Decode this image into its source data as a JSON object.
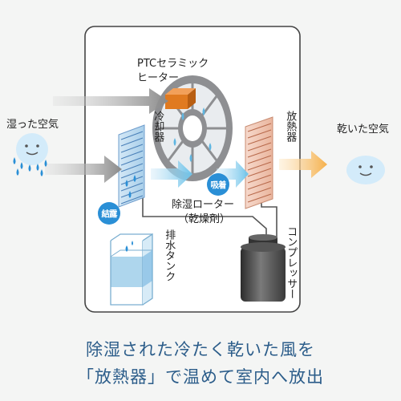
{
  "labels": {
    "humid_air": "湿った空気",
    "ptc_heater_line1": "PTCセラミック",
    "ptc_heater_line2": "ヒーター",
    "cooler": "冷却器",
    "radiator": "放熱器",
    "dry_air": "乾いた空気",
    "adsorption": "吸着",
    "condensation": "結露",
    "rotor_line1": "除湿ローター",
    "rotor_line2": "（乾燥剤）",
    "drain_tank": "排水タンク",
    "compressor": "コンプレッサー"
  },
  "caption": {
    "line1": "除湿された冷たく乾いた風を",
    "line2": "「放熱器」で温めて室内へ放出"
  },
  "colors": {
    "badge": "#2a8fd6",
    "heater": "#e07a20",
    "caption": "#2c5d8a"
  }
}
